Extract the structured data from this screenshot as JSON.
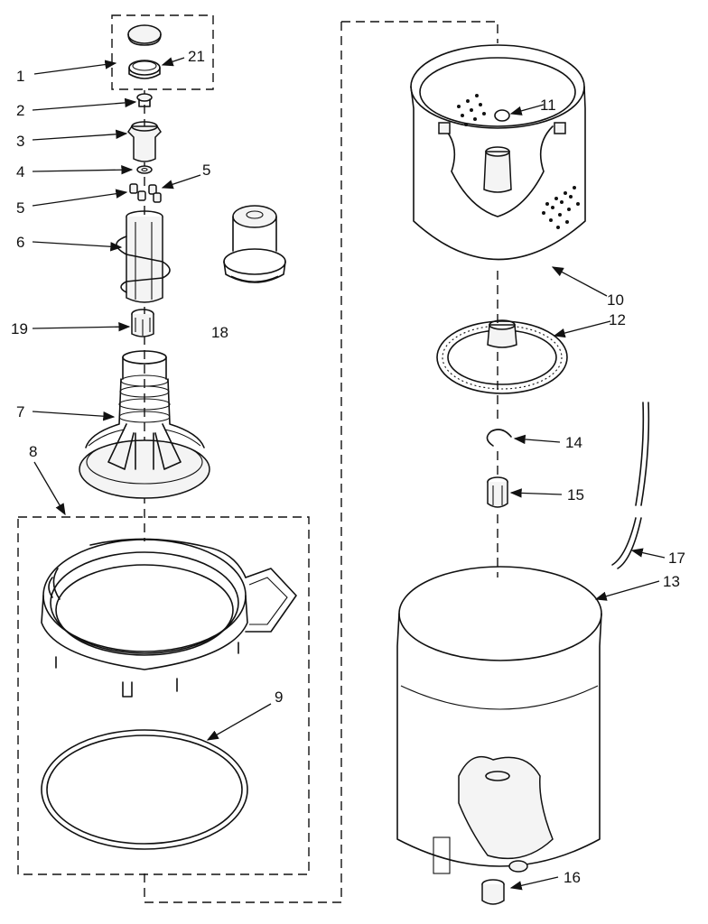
{
  "diagram": {
    "callouts": [
      "1",
      "2",
      "3",
      "4",
      "5",
      "5",
      "6",
      "19",
      "7",
      "8",
      "9",
      "21",
      "18",
      "11",
      "10",
      "12",
      "14",
      "15",
      "17",
      "13",
      "16"
    ]
  }
}
